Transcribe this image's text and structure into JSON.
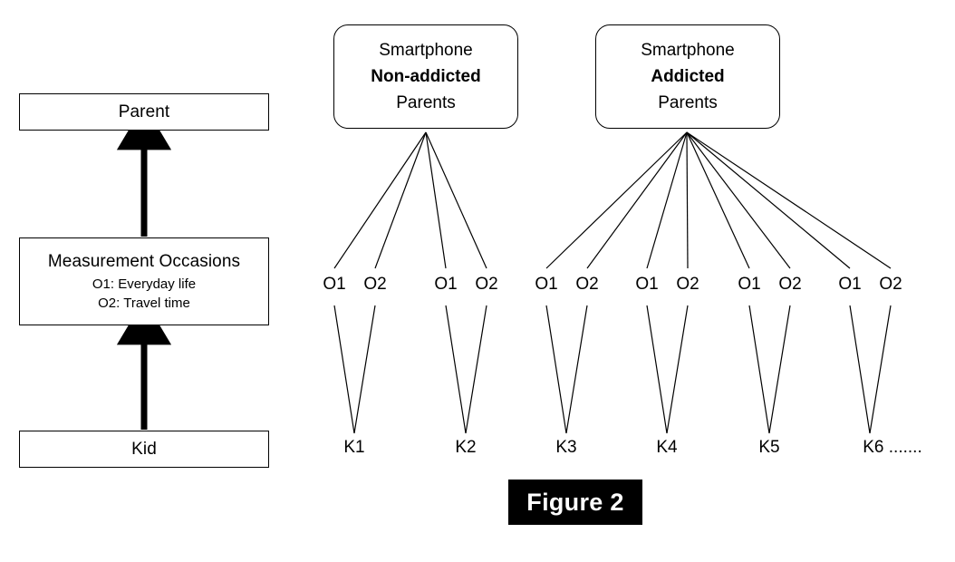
{
  "figure": {
    "caption": "Figure 2",
    "caption_bg": "#000000",
    "caption_fg": "#ffffff",
    "background": "#ffffff",
    "line_color": "#000000"
  },
  "left_panel": {
    "levels": [
      {
        "id": "parent",
        "label": "Parent",
        "sublabels": []
      },
      {
        "id": "measurement-occasions",
        "label": "Measurement Occasions",
        "sublabels": [
          "O1: Everyday life",
          "O2: Travel time"
        ]
      },
      {
        "id": "kid",
        "label": "Kid",
        "sublabels": []
      }
    ],
    "arrows": [
      {
        "from": "kid",
        "to": "measurement-occasions",
        "style": "solid-thick-up"
      },
      {
        "from": "measurement-occasions",
        "to": "parent",
        "style": "solid-thick-up"
      }
    ]
  },
  "right_panel": {
    "groups": [
      {
        "id": "non-addicted",
        "line1": "Smartphone",
        "line2": "Non-addicted",
        "line3": "Parents",
        "kids": [
          {
            "id": "K1",
            "label": "K1",
            "occasions": [
              "O1",
              "O2"
            ]
          },
          {
            "id": "K2",
            "label": "K2",
            "occasions": [
              "O1",
              "O2"
            ]
          }
        ]
      },
      {
        "id": "addicted",
        "line1": "Smartphone",
        "line2": "Addicted",
        "line3": "Parents",
        "kids": [
          {
            "id": "K3",
            "label": "K3",
            "occasions": [
              "O1",
              "O2"
            ]
          },
          {
            "id": "K4",
            "label": "K4",
            "occasions": [
              "O1",
              "O2"
            ]
          },
          {
            "id": "K5",
            "label": "K5",
            "occasions": [
              "O1",
              "O2"
            ]
          },
          {
            "id": "K6",
            "label": "K6 .......",
            "occasions": [
              "O1",
              "O2"
            ]
          }
        ]
      }
    ],
    "occasion_labels_flat": [
      "O1",
      "O2",
      "O1",
      "O2",
      "O1",
      "O2",
      "O1",
      "O2",
      "O1",
      "O2",
      "O1",
      "O2"
    ],
    "kid_labels_flat": [
      "K1",
      "K2",
      "K3",
      "K4",
      "K5",
      "K6 ......."
    ]
  }
}
